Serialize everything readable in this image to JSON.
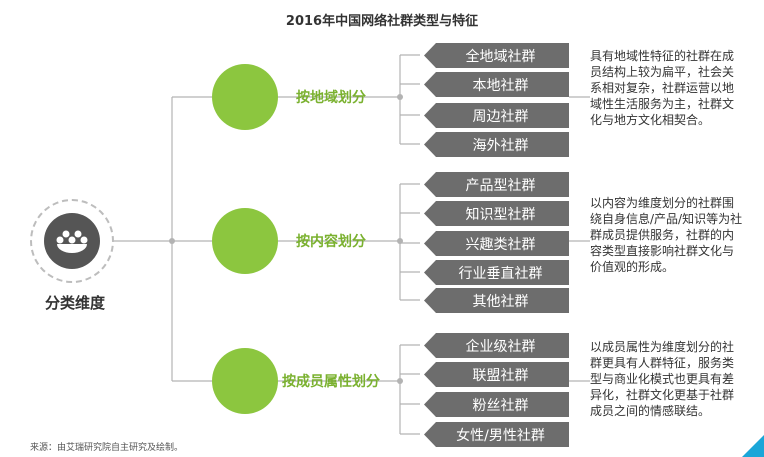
{
  "title": "2016年中国网络社群类型与特征",
  "root": {
    "label": "分类维度",
    "icon": "community-icon"
  },
  "branches": [
    {
      "label": "按地域划分",
      "leaves": [
        "全地域社群",
        "本地社群",
        "周边社群",
        "海外社群"
      ],
      "description": "具有地域性特征的社群在成员结构上较为扁平，社会关系相对复杂，社群运营以地域性生活服务为主，社群文化与地方文化相契合。"
    },
    {
      "label": "按内容划分",
      "leaves": [
        "产品型社群",
        "知识型社群",
        "兴趣类社群",
        "行业垂直社群",
        "其他社群"
      ],
      "description": "以内容为维度划分的社群围绕自身信息/产品/知识等为社群成员提供服务，社群的内容类型直接影响社群文化与价值观的形成。"
    },
    {
      "label": "按成员属性划分",
      "leaves": [
        "企业级社群",
        "联盟社群",
        "粉丝社群",
        "女性/男性社群"
      ],
      "description": "以成员属性为维度划分的社群更具有人群特征，服务类型与商业化模式也更具有差异化，社群文化更基于社群成员之间的情感联结。"
    }
  ],
  "source": "来源：由艾瑞研究院自主研究及绘制。",
  "colors": {
    "accent_green": "#8cc63f",
    "leaf_gray": "#6d6d6d",
    "corner_blue": "#1aa6d8"
  }
}
